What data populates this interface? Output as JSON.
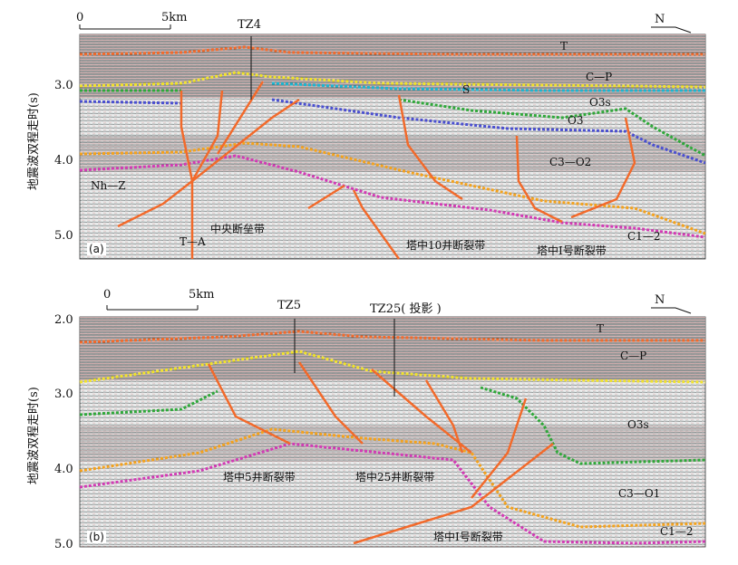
{
  "figure": {
    "y_axis_label": "地震波双程走时(s)",
    "colors": {
      "fault": "#f26a2b",
      "T": "#f26a2b",
      "C_P": "#f1e32b",
      "S": "#19b6d2",
      "O3s": "#2fa83a",
      "O3": "#4a4fd0",
      "base_C": "#f4a21c",
      "base_Nh": "#d23ab4"
    }
  },
  "panel_a": {
    "tag": "(a)",
    "scale_start": "0",
    "scale_end": "5km",
    "north": "N",
    "well_label": "TZ4",
    "y_ticks": [
      "3.0",
      "4.0",
      "5.0"
    ],
    "horizon_labels": {
      "T": "T",
      "CP": "C—P",
      "S": "S",
      "O3s": "O3s",
      "O3": "O3",
      "C3O2": "C3—O2",
      "NhZ": "Nh—Z",
      "TA": "T—A",
      "C1": "C1—2"
    },
    "zone_labels": {
      "central": "中央断垒带",
      "tz10": "塔中10井断裂带",
      "tz1": "塔中Ⅰ号断裂带"
    }
  },
  "panel_b": {
    "tag": "(b)",
    "scale_start": "0",
    "scale_end": "5km",
    "north": "N",
    "well_label_1": "TZ5",
    "well_label_2": "TZ25( 投影 )",
    "y_ticks": [
      "2.0",
      "3.0",
      "4.0",
      "5.0"
    ],
    "horizon_labels": {
      "T": "T",
      "CP": "C—P",
      "O3s": "O3s",
      "C3O1": "C3—O1",
      "C1": "C1—2"
    },
    "zone_labels": {
      "tz5": "塔中5井断裂带",
      "tz25": "塔中25井断裂带",
      "tz1": "塔中Ⅰ号断裂带"
    }
  }
}
